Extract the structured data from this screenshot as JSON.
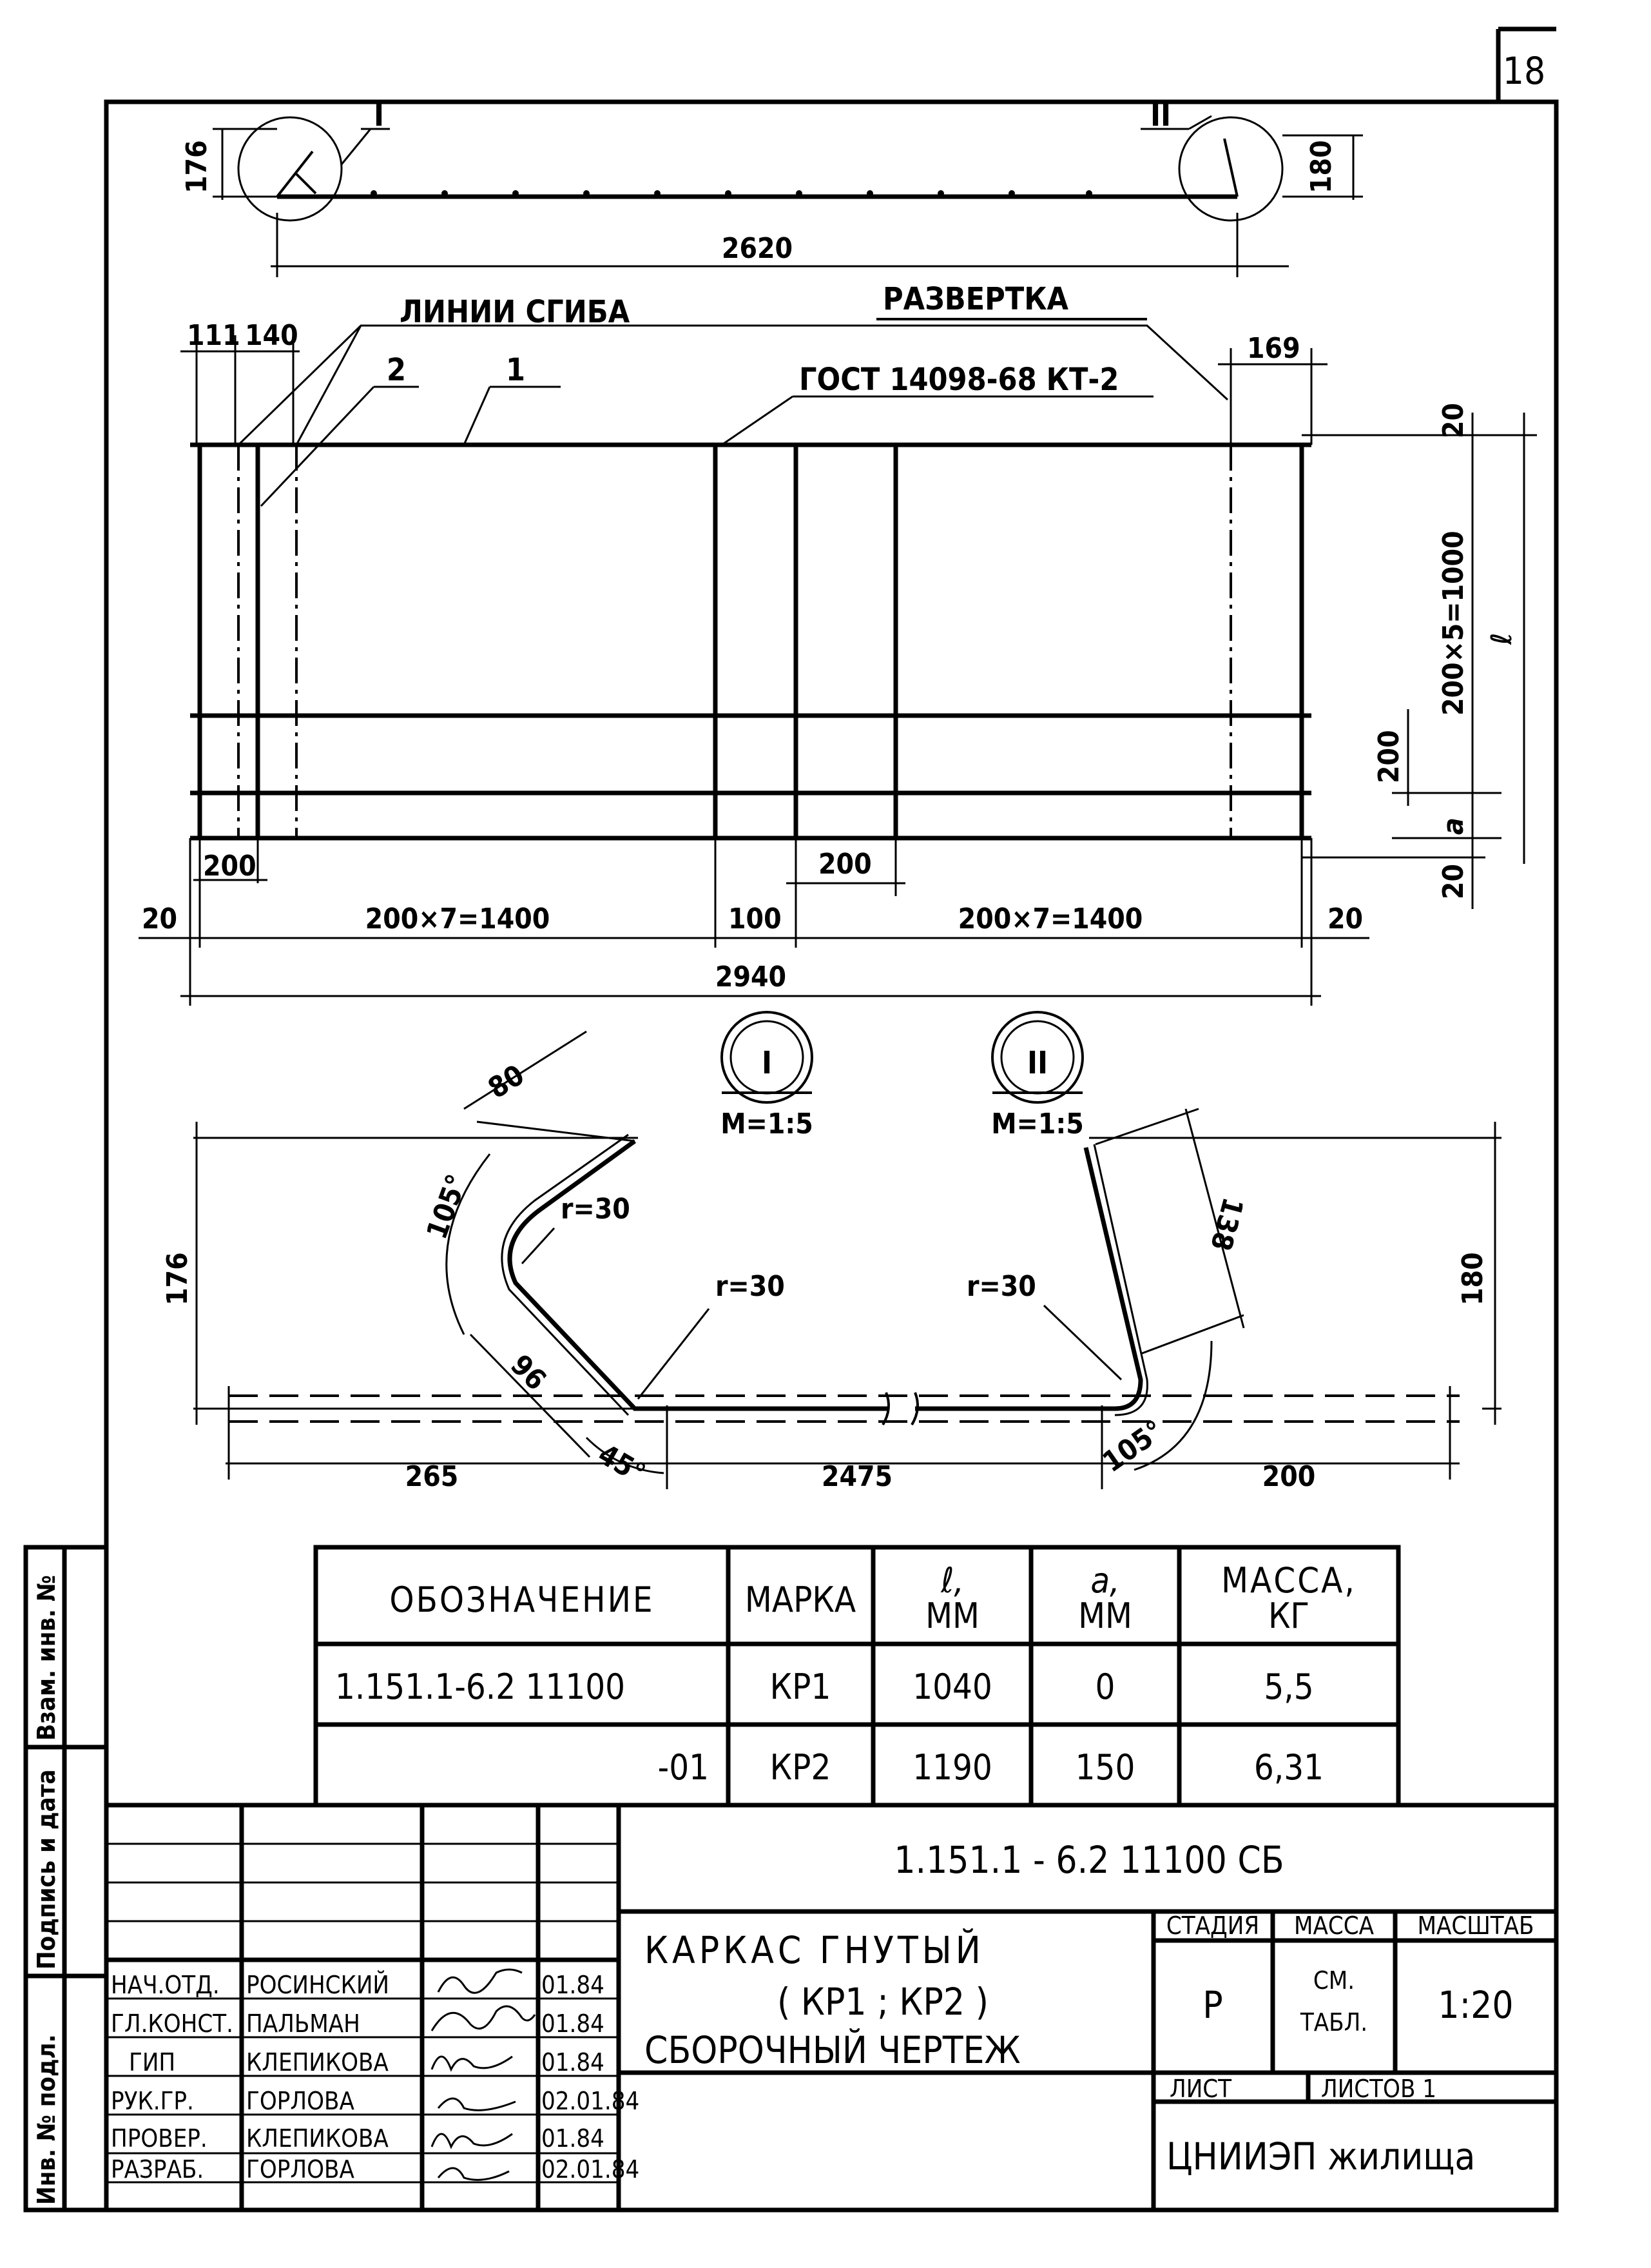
{
  "sheet": {
    "number": "18"
  },
  "top_view": {
    "callout_1": "I",
    "callout_2": "II",
    "dim_left_height": "176",
    "dim_right_height": "180",
    "dim_length": "2620"
  },
  "development": {
    "title": "Развертка",
    "bend_lines_label": "Линии сгиба",
    "standard": "ГОСТ 14098-68 КТ-2",
    "position_1": "1",
    "position_2": "2",
    "dim_111": "111",
    "dim_140": "140",
    "dim_169": "169",
    "dim_top_20": "20",
    "dim_height": "200×5=1000",
    "dim_l": "ℓ",
    "dim_200_v": "200",
    "dim_a": "a",
    "dim_bottom_20": "20",
    "dim_200_left": "200",
    "dim_200_mid": "200",
    "dim_left_20": "20",
    "dim_span_1": "200×7=1400",
    "dim_100": "100",
    "dim_span_2": "200×7=1400",
    "dim_right_20": "20",
    "dim_total": "2940"
  },
  "details": {
    "detail_1_label": "I",
    "detail_1_scale": "M=1:5",
    "detail_2_label": "II",
    "detail_2_scale": "M=1:5",
    "d1_80": "80",
    "d1_angle_105": "105°",
    "d1_r30_top": "r=30",
    "d1_r30_bottom": "r=30",
    "d1_96": "96",
    "d1_45": "45°",
    "d1_height": "176",
    "d1_265": "265",
    "mid_2475": "2475",
    "d2_r30": "r=30",
    "d2_138": "138",
    "d2_height": "180",
    "d2_angle_105": "105°",
    "d2_200": "200"
  },
  "spec_table": {
    "headers": [
      "Обозначение",
      "Марка",
      "ℓ,",
      "мм",
      "a,",
      "мм",
      "Масса,",
      "кг"
    ],
    "rows": [
      [
        "1.151.1-6.2 11100",
        "КР1",
        "1040",
        "0",
        "5,5"
      ],
      [
        "-01",
        "КР2",
        "1190",
        "150",
        "6,31"
      ]
    ]
  },
  "title_block": {
    "code": "1.151.1 - 6.2  11100 СБ",
    "name_line_1": "Каркас гнутый",
    "name_line_2": "( КР1 ; КР2 )",
    "name_line_3": "Сборочный чертеж",
    "stage_header": "Стадия",
    "mass_header": "Масса",
    "scale_header": "Масштаб",
    "stage_value": "Р",
    "mass_value_1": "см.",
    "mass_value_2": "табл.",
    "scale_value": "1:20",
    "sheet_label": "Лист",
    "sheets_label": "Листов 1",
    "organization": "ЦНИИЭП жилища",
    "staff": [
      {
        "role": "Нач.отд.",
        "name": "Росинский",
        "date": "01.84"
      },
      {
        "role": "Гл.конст.",
        "name": "Пальман",
        "date": "01.84"
      },
      {
        "role": "ГИП",
        "name": "Клепикова",
        "date": "01.84"
      },
      {
        "role": "Рук.гр.",
        "name": "Горлова",
        "date": "02.01.84"
      },
      {
        "role": "Провер.",
        "name": "Клепикова",
        "date": "01.84"
      },
      {
        "role": "Разраб.",
        "name": "Горлова",
        "date": "02.01.84"
      }
    ]
  },
  "side_stamp": {
    "inv_orig": "Инв. № подл.",
    "sign_date": "Подпись и дата",
    "replace_inv": "Взам. инв. №"
  }
}
